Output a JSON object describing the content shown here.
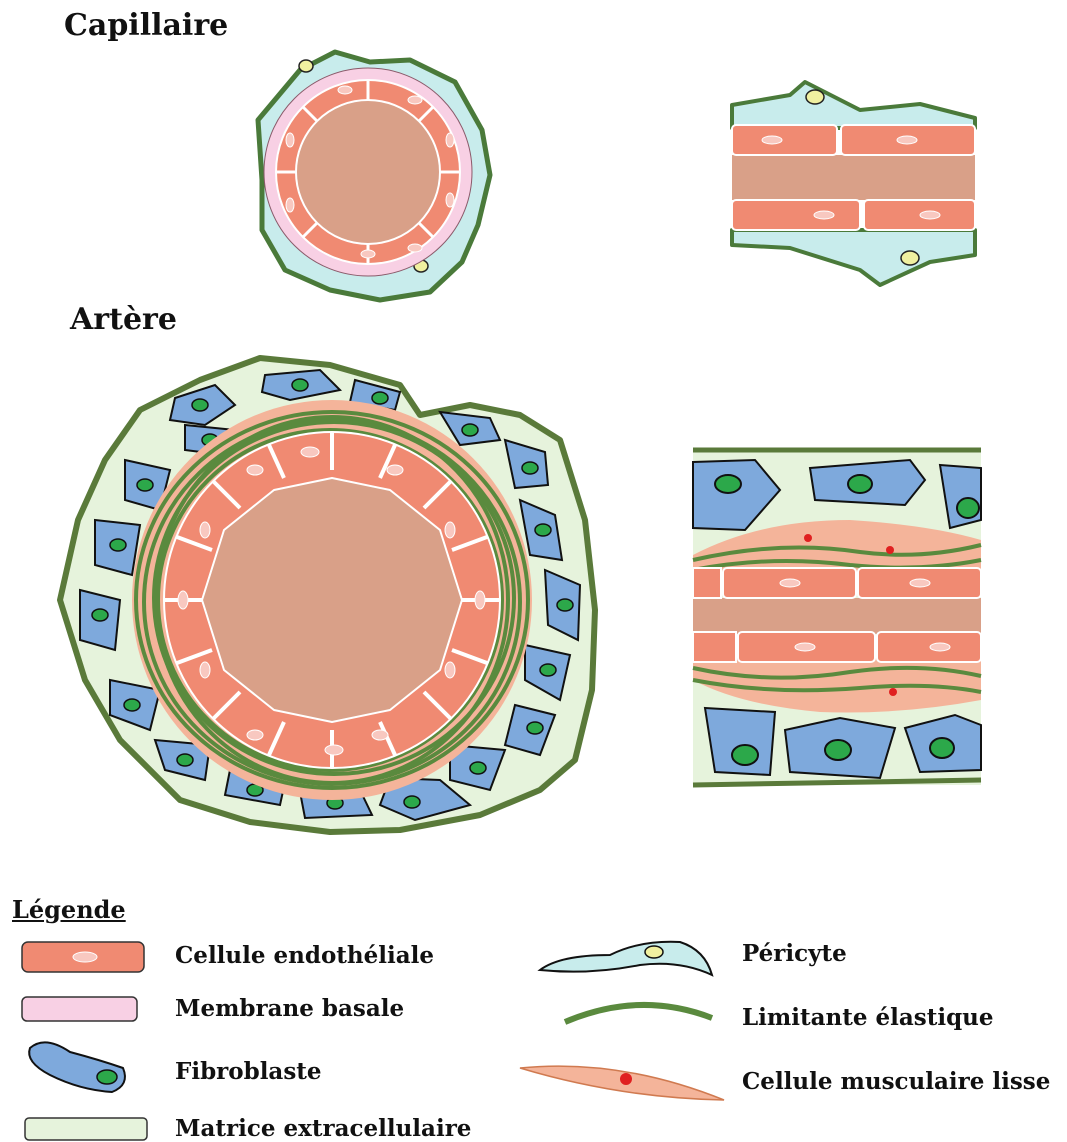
{
  "sections": {
    "capillary_title": "Capillaire",
    "artery_title": "Artère"
  },
  "legend": {
    "title": "Légende",
    "items": {
      "endothelial_cell": "Cellule endothéliale",
      "basement_membrane": "Membrane basale",
      "fibroblast": "Fibroblaste",
      "extracellular_matrix": "Matrice extracellulaire",
      "pericyte": "Péricyte",
      "elastic_lamina": "Limitante élastique",
      "smooth_muscle_cell": "Cellule musculaire lisse"
    }
  },
  "colors": {
    "endothelial": "#f08a72",
    "lumen": "#d9a088",
    "basement_membrane": "#f8d0e4",
    "pericyte": "#c8ecec",
    "pericyte_nucleus": "#f0f0a0",
    "fibroblast": "#7ea9dc",
    "fibroblast_nucleus": "#2ca84a",
    "matrix": "#e6f3dc",
    "elastic_lamina": "#5a8a3e",
    "smooth_muscle": "#f4b49a",
    "smooth_muscle_nucleus": "#e02020"
  }
}
